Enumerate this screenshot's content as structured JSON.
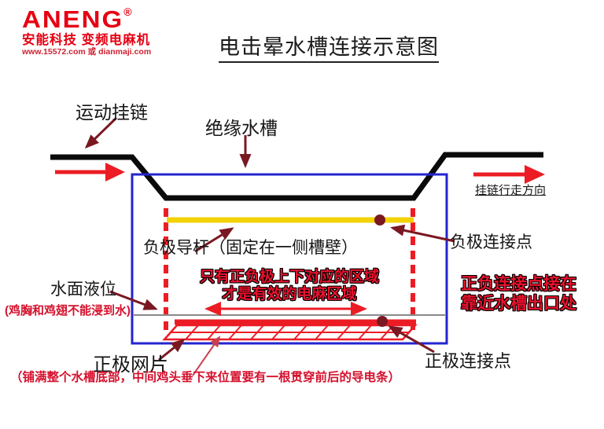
{
  "logo": {
    "brand": "ANENG",
    "registered": "®",
    "tagline": "安能科技  变频电麻机",
    "url_line": "www.15572.com 或 dianmaji.com"
  },
  "title": "电击晕水槽连接示意图",
  "labels": {
    "moving_chain": "运动挂链",
    "insulated_tank": "绝缘水槽",
    "chain_direction": "挂链行走方向",
    "negative_rod": "负极导杆（固定在一侧槽壁）",
    "negative_connection": "负极连接点",
    "effective_zone_line1": "只有正负极上下对应的区域",
    "effective_zone_line2": "才是有效的电麻区域",
    "connection_note_line1": "正负连接点接在",
    "connection_note_line2": "靠近水槽出口处",
    "water_level": "水面液位",
    "water_level_note": "(鸡胸和鸡翅不能浸到水)",
    "positive_mesh": "正极网片",
    "positive_connection": "正极连接点",
    "positive_mesh_note": "（铺满整个水槽底部，中间鸡头垂下来位置要有一根贯穿前后的导电条）"
  },
  "colors": {
    "red": "#ec1c24",
    "dark_red": "#7a1822",
    "blue": "#2424d0",
    "yellow": "#f2d200",
    "gray": "#8a8a8a",
    "black": "#0a0a0a",
    "logo_red": "#e60012"
  }
}
